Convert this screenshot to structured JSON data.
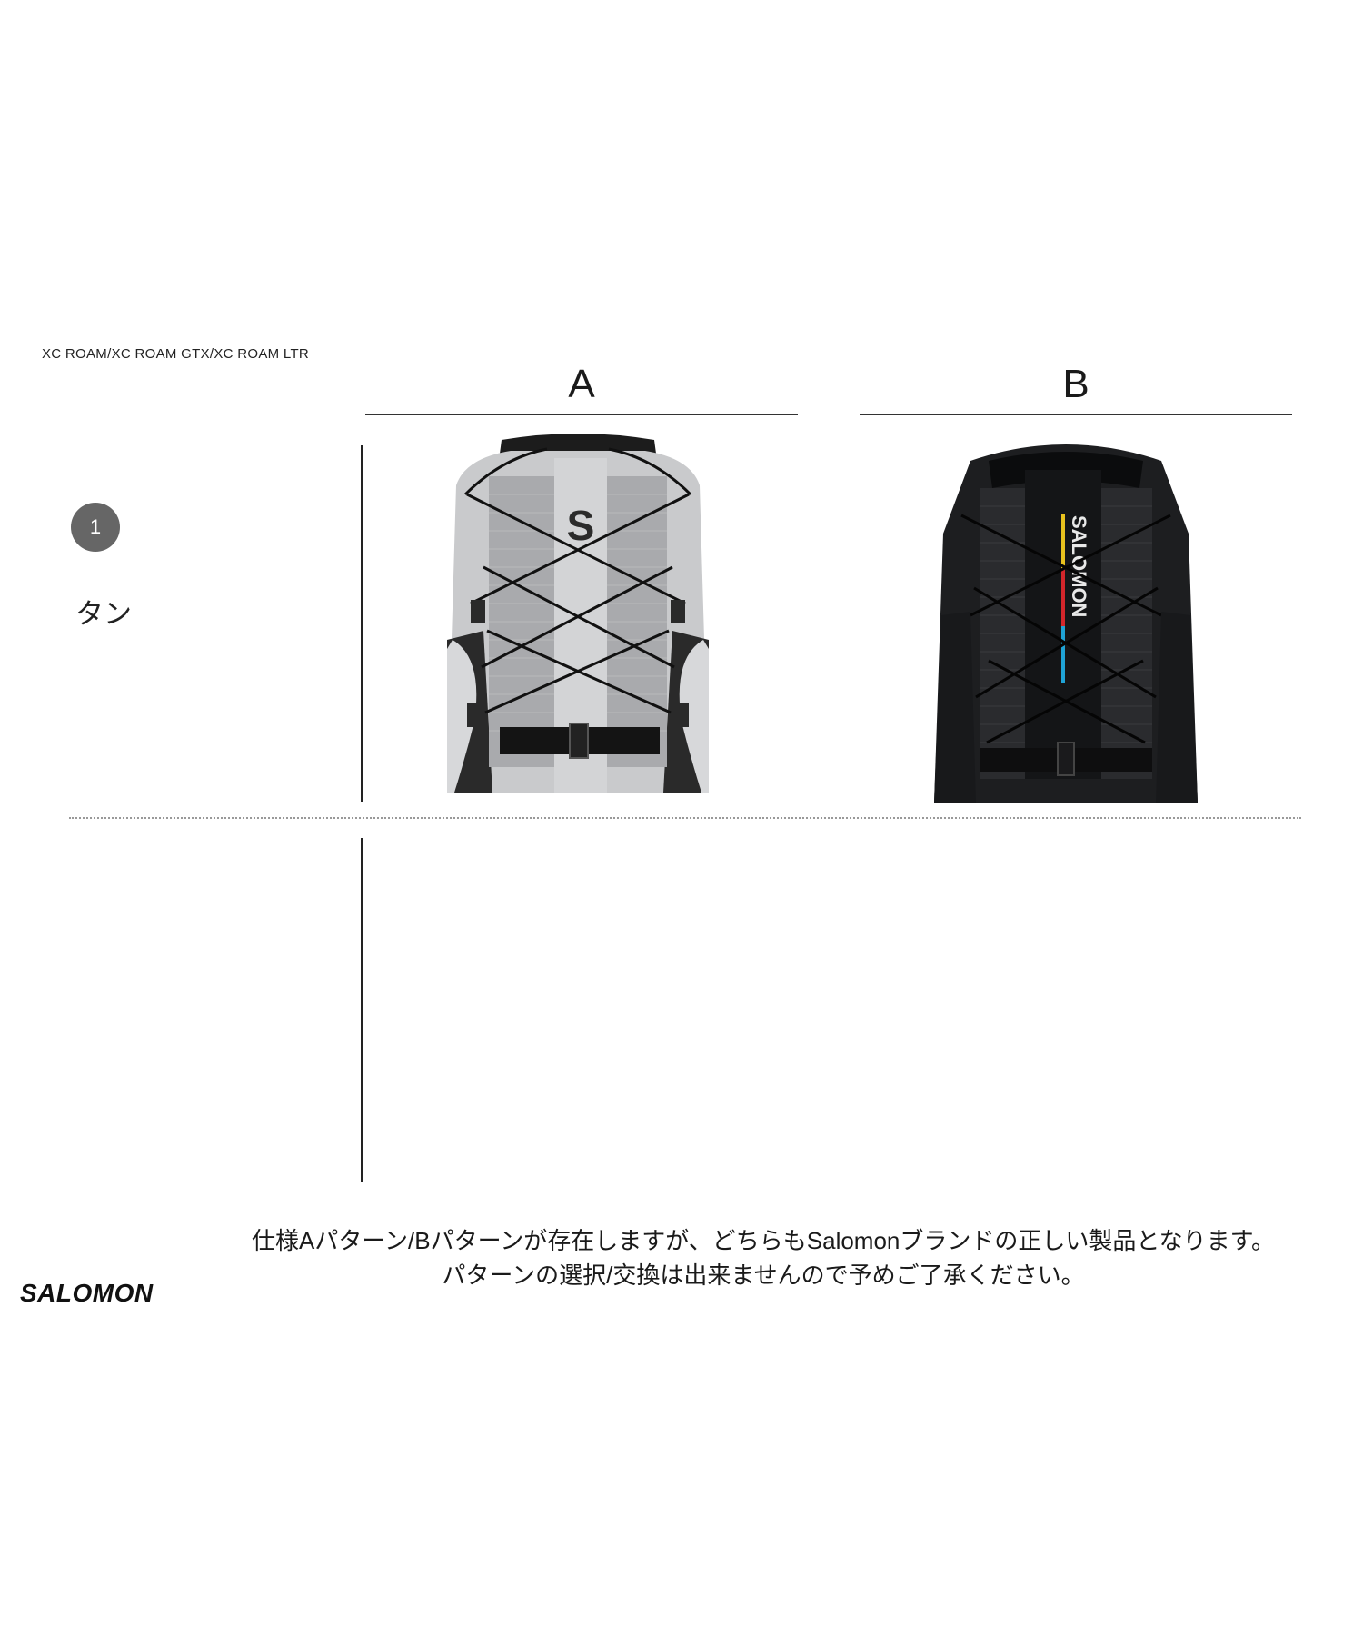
{
  "header": {
    "model_line": "XC ROAM/XC ROAM GTX/XC ROAM LTR"
  },
  "columns": [
    {
      "label": "A"
    },
    {
      "label": "B"
    }
  ],
  "rows": [
    {
      "number": "1",
      "label": "タン"
    }
  ],
  "photos": [
    {
      "icon": "shoe-a-grey-photo",
      "tongue_text": "S"
    },
    {
      "icon": "shoe-b-black-photo",
      "tongue_text": "SALOMON",
      "stripe_colors": [
        "#e8c21e",
        "#d3262b",
        "#1fa3d6"
      ]
    }
  ],
  "note": {
    "line1": "仕様Aパターン/Bパターンが存在しますが、どちらもSalomonブランドの正しい製品となります。",
    "line2": "パターンの選択/交換は出来ませんので予めご了承ください。"
  },
  "brand": {
    "logo": "SALOMON"
  }
}
